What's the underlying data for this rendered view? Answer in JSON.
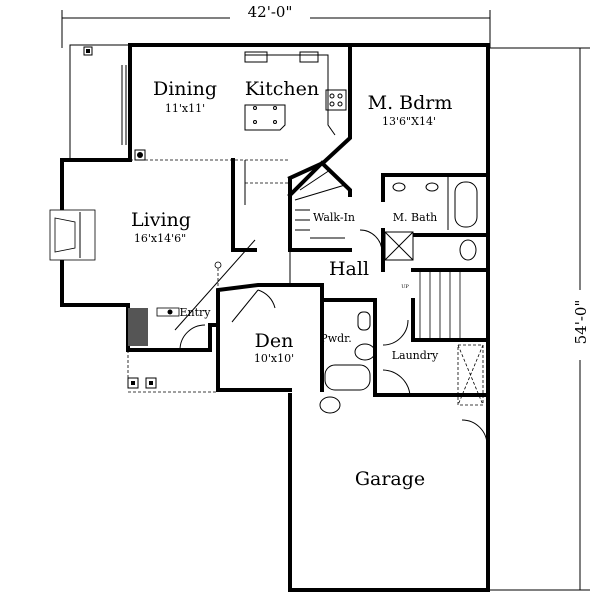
{
  "dimensions": {
    "width": "42'-0\"",
    "depth": "54'-0\""
  },
  "rooms": {
    "dining": {
      "name": "Dining",
      "size": "11'x11'"
    },
    "kitchen": {
      "name": "Kitchen"
    },
    "master_bedroom": {
      "name": "M. Bdrm",
      "size": "13'6\"X14'"
    },
    "living": {
      "name": "Living",
      "size": "16'x14'6\""
    },
    "walk_in": {
      "name": "Walk-In"
    },
    "master_bath": {
      "name": "M. Bath"
    },
    "hall": {
      "name": "Hall"
    },
    "entry": {
      "name": "Entry"
    },
    "den": {
      "name": "Den",
      "size": "10'x10'"
    },
    "powder": {
      "name": "Pwdr."
    },
    "laundry": {
      "name": "Laundry"
    },
    "garage": {
      "name": "Garage"
    }
  },
  "stairs": {
    "label": "UP"
  }
}
